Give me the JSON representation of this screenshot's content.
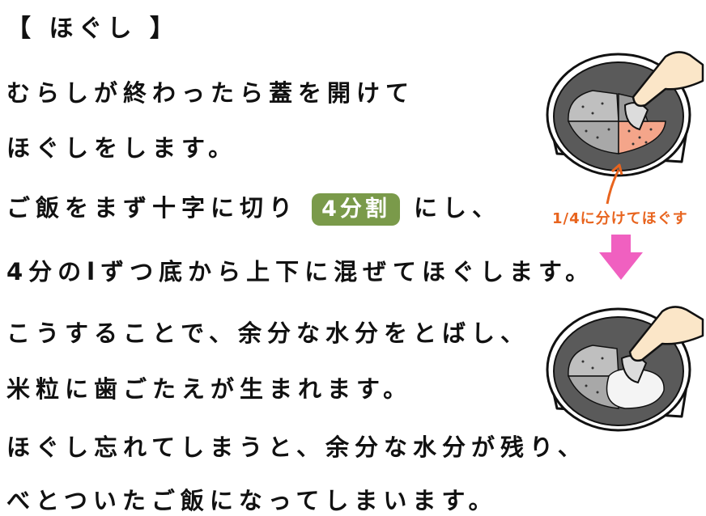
{
  "heading": "【 ほぐし 】",
  "lines": [
    "むらしが終わったら蓋を開けて",
    "ほぐしをします。",
    "",
    "4分のlずつ底から上下に混ぜてほぐします。",
    "こうすることで、余分な水分をとばし、",
    "米粒に歯ごたえが生まれます。",
    "ほぐし忘れてしまうと、余分な水分が残り、",
    "べとついたご飯になってしまいます。"
  ],
  "line3": {
    "before": "ご飯をまず十字に切り",
    "badge": "4分割",
    "after": "にし、"
  },
  "annotation": "1/4に分けてほぐす",
  "colors": {
    "badge": "#7a9a4a",
    "annotation": "#e8641e",
    "arrow": "#f060c0",
    "salmon": "#f4a58a"
  },
  "icons": [
    "rice-cooker-step1-icon",
    "rice-cooker-step2-icon",
    "arrow-down-icon",
    "hand-icon",
    "rice-paddle-icon"
  ]
}
